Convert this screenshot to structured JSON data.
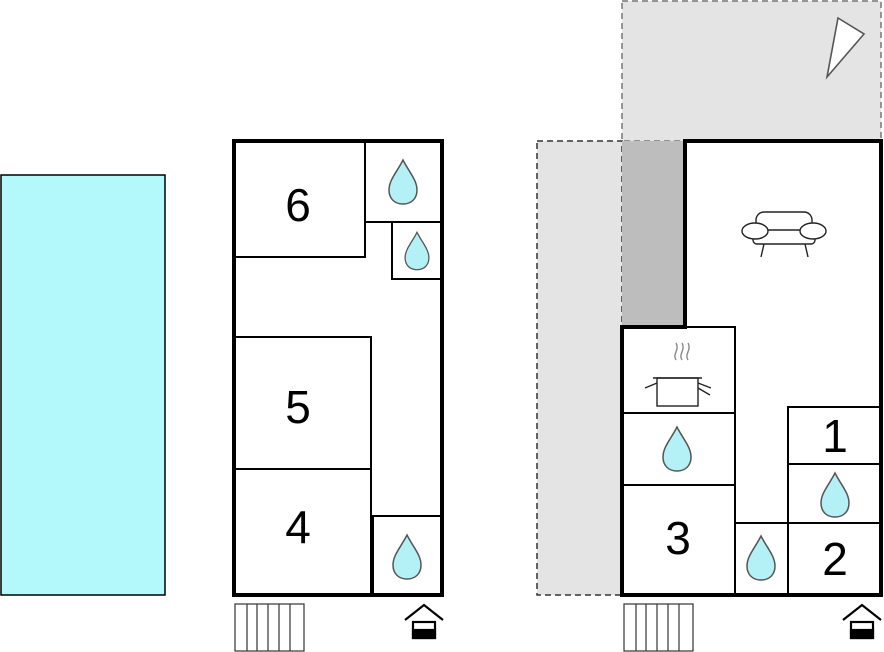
{
  "plan": {
    "colors": {
      "pool": "#b3f9fb",
      "water_drop": "#b4f1f6",
      "terrace": "#e4e4e4",
      "terrace_dark": "#bdbdbd",
      "wall": "#000000"
    },
    "ground_floor": {
      "rooms": [
        {
          "id": "room-6",
          "label": "6"
        },
        {
          "id": "room-5",
          "label": "5"
        },
        {
          "id": "room-4",
          "label": "4"
        }
      ],
      "icons": [
        "water-drop-icon",
        "water-drop-icon",
        "water-drop-icon",
        "stairs-icon",
        "entrance-icon"
      ]
    },
    "upper_floor": {
      "rooms": [
        {
          "id": "room-1",
          "label": "1"
        },
        {
          "id": "room-2",
          "label": "2"
        },
        {
          "id": "room-3",
          "label": "3"
        }
      ],
      "icons": [
        "sofa-icon",
        "cooking-pot-icon",
        "water-drop-icon",
        "water-drop-icon",
        "water-drop-icon",
        "stairs-icon",
        "entrance-icon",
        "compass-arrow-icon"
      ]
    }
  }
}
